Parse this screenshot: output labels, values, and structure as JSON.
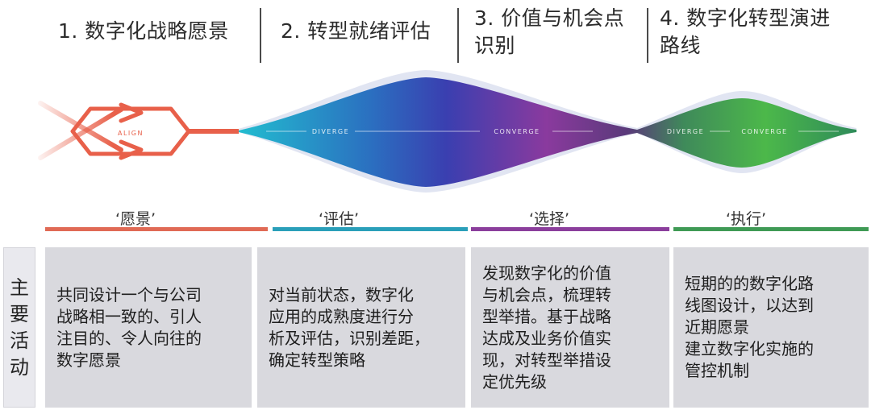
{
  "phases": [
    {
      "title": "1. 数字化战略愿景"
    },
    {
      "title": "2. 转型就绪评估"
    },
    {
      "title": "3. 价值与机会点\n识别"
    },
    {
      "title": "4. 数字化转型演进\n路线"
    }
  ],
  "flow": {
    "align": "ALIGN",
    "labels": [
      "DIVERGE",
      "CONVERGE",
      "DIVERGE",
      "CONVERGE"
    ]
  },
  "stages": [
    {
      "label": "‘愿景’",
      "color": "#e06a55"
    },
    {
      "label": "‘评估’",
      "color": "#2a9fb9"
    },
    {
      "label": "‘选择’",
      "color": "#8b3e9c"
    },
    {
      "label": "‘执行’",
      "color": "#3f9a55"
    }
  ],
  "side_label": [
    "主",
    "要",
    "活",
    "动"
  ],
  "activities": [
    "共同设计一个与公司\n战略相一致的、引人\n注目的、令人向往的\n数字愿景",
    "对当前状态，数字化\n应用的成熟度进行分\n析及评估，识别差距，\n确定转型策略",
    "发现数字化的价值\n与机会点，梳理转\n型举措。基于战略\n达成及业务价值实\n现，对转型举措设\n定优先级",
    "短期的的数字化路\n线图设计，以达到\n近期愿景\n建立数字化实施的\n管控机制"
  ],
  "colors": {
    "align": "#e8604a",
    "teal": "#1fb3c8",
    "blue": "#2c4fb8",
    "purple": "#8e3a9c",
    "green": "#53b84a",
    "card_bg": "#d9d9de"
  }
}
